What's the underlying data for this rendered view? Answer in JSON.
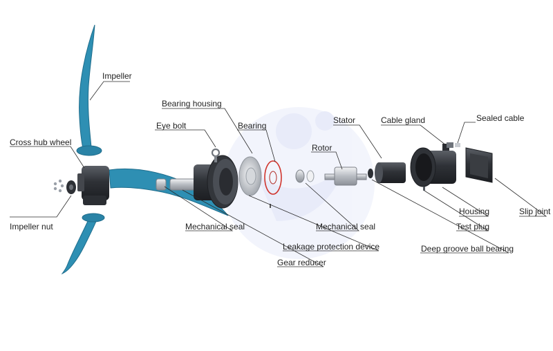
{
  "labels": {
    "impeller": "Impeller",
    "bearing_housing": "Bearing housing",
    "eye_bolt": "Eye bolt",
    "bearing": "Bearing",
    "rotor": "Rotor",
    "stator": "Stator",
    "cable_gland": "Cable gland",
    "sealed_cable": "Sealed cable",
    "cross_hub_wheel": "Cross hub wheel",
    "impeller_nut": "Impeller nut",
    "mechanical_seal_left": "Mechanical seal",
    "mechanical_seal_right": "Mechanical seal",
    "leakage_protection_device": "Leakage protection device",
    "gear_reducer": "Gear reducer",
    "housing": "Housing",
    "test_plug": "Test plug",
    "slip_joint": "Slip joint",
    "deep_groove_ball_bearing": "Deep groove ball bearing"
  },
  "colors": {
    "blade": "#2e8fb3",
    "blade_dark": "#1f6d8c",
    "metal_dark": "#3a3d42",
    "metal_light": "#c9ccd1",
    "leader_line": "#2b2b2b",
    "watermark": "#dfe3f7"
  }
}
